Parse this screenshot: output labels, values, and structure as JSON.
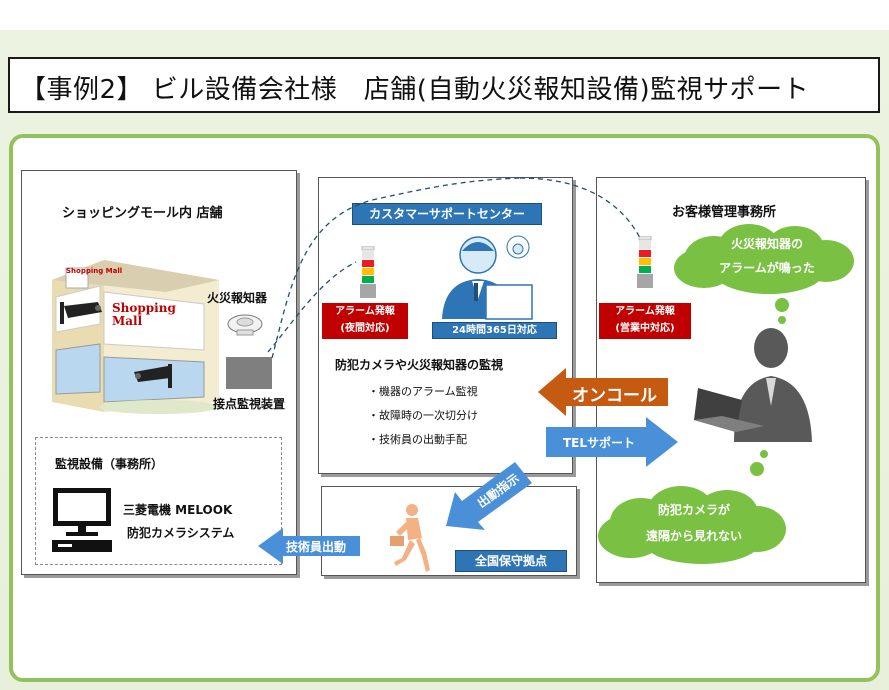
{
  "title": "【事例2】 ビル設備会社様　店舗(自動火災報知設備)監視サポート",
  "store": {
    "title": "ショッピングモール内 店舗",
    "sign_big": "Shopping Mall",
    "sign_small": "Shopping Mall",
    "fire_alarm_label": "火災報知器",
    "contact_device_label": "接点監視装置",
    "office_title": "監視設備（事務所）",
    "system_line1": "三菱電機 MELOOK",
    "system_line2": "防犯カメラシステム"
  },
  "center": {
    "header": "カスタマーサポートセンター",
    "alarm_badge_line1": "アラーム発報",
    "alarm_badge_line2": "(夜間対応)",
    "hours_badge": "24時間365日対応",
    "monitor_title": "防犯カメラや火災報知器の監視",
    "bullets": [
      "・機器のアラーム監視",
      "・故障時の一次切分け",
      "・技術員の出動手配"
    ]
  },
  "customer": {
    "title": "お客様管理事務所",
    "alarm_badge_line1": "アラーム発報",
    "alarm_badge_line2": "(営業中対応)",
    "bubble1_line1": "火災報知器の",
    "bubble1_line2": "アラームが鳴った",
    "bubble2_line1": "防犯カメラが",
    "bubble2_line2": "遠隔から見れない"
  },
  "arrows": {
    "oncall": "オンコール",
    "tel_support": "TELサポート",
    "dispatch_instruction": "出動指示",
    "technician_dispatch": "技術員出動"
  },
  "maintenance": {
    "label": "全国保守拠点"
  },
  "colors": {
    "accent_green": "#92c35b",
    "cloud_green": "#7ac143",
    "alarm_red": "#c00000",
    "badge_blue": "#2e75b6",
    "oncall_orange": "#c55a11",
    "arrow_blue": "#4a90d9"
  }
}
